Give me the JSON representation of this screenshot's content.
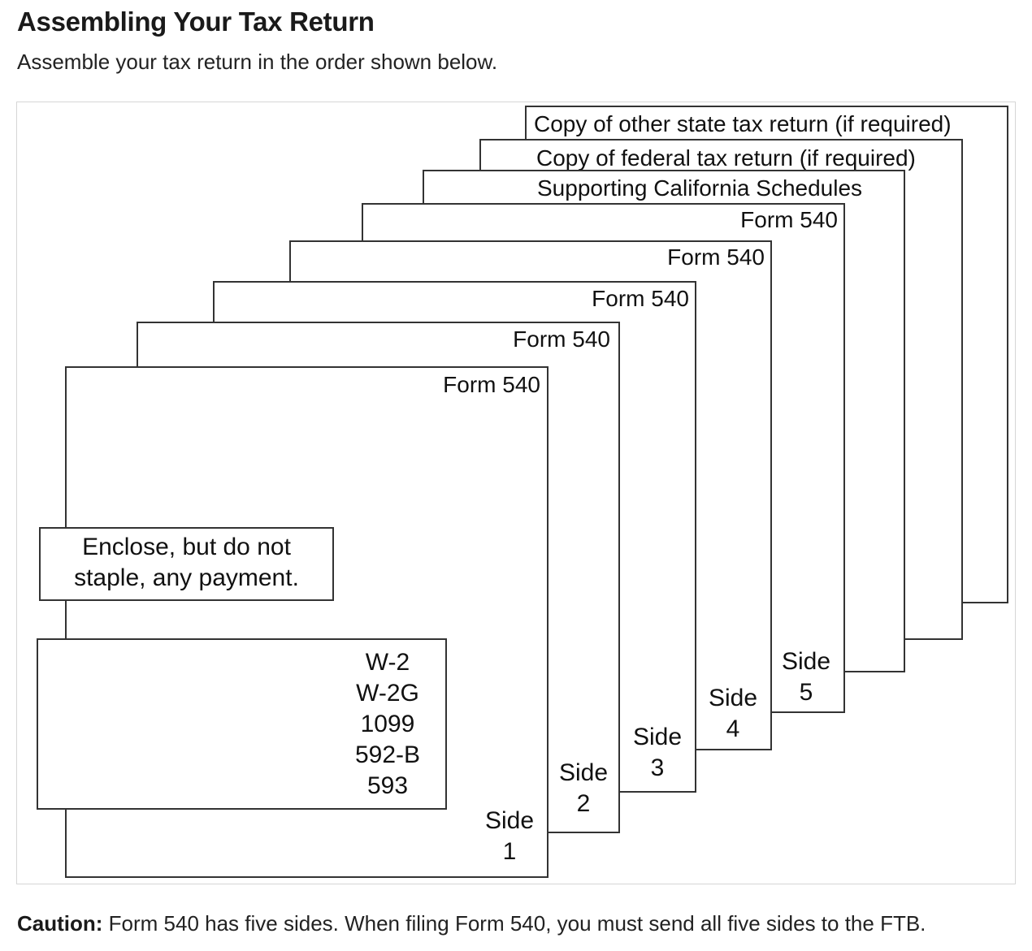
{
  "header": {
    "title": "Assembling Your Tax Return",
    "subtitle": "Assemble your tax return in the order shown below."
  },
  "diagram": {
    "sheets": [
      {
        "label": "Copy of other state tax return (if required)"
      },
      {
        "label": "Copy of federal tax return (if required)"
      },
      {
        "label": "Supporting California Schedules"
      },
      {
        "label": "Form 540",
        "side": "Side",
        "num": "5"
      },
      {
        "label": "Form 540",
        "side": "Side",
        "num": "4"
      },
      {
        "label": "Form 540",
        "side": "Side",
        "num": "3"
      },
      {
        "label": "Form 540",
        "side": "Side",
        "num": "2"
      },
      {
        "label": "Form 540",
        "side": "Side",
        "num": "1"
      }
    ],
    "payment_note": {
      "line1": "Enclose, but do not",
      "line2": "staple, any payment."
    },
    "attachments": [
      "W-2",
      "W-2G",
      "1099",
      "592-B",
      "593"
    ]
  },
  "footer": {
    "caution_label": "Caution:",
    "caution_text": " Form 540 has five sides. When filing Form 540, you must send all five sides to the FTB."
  }
}
